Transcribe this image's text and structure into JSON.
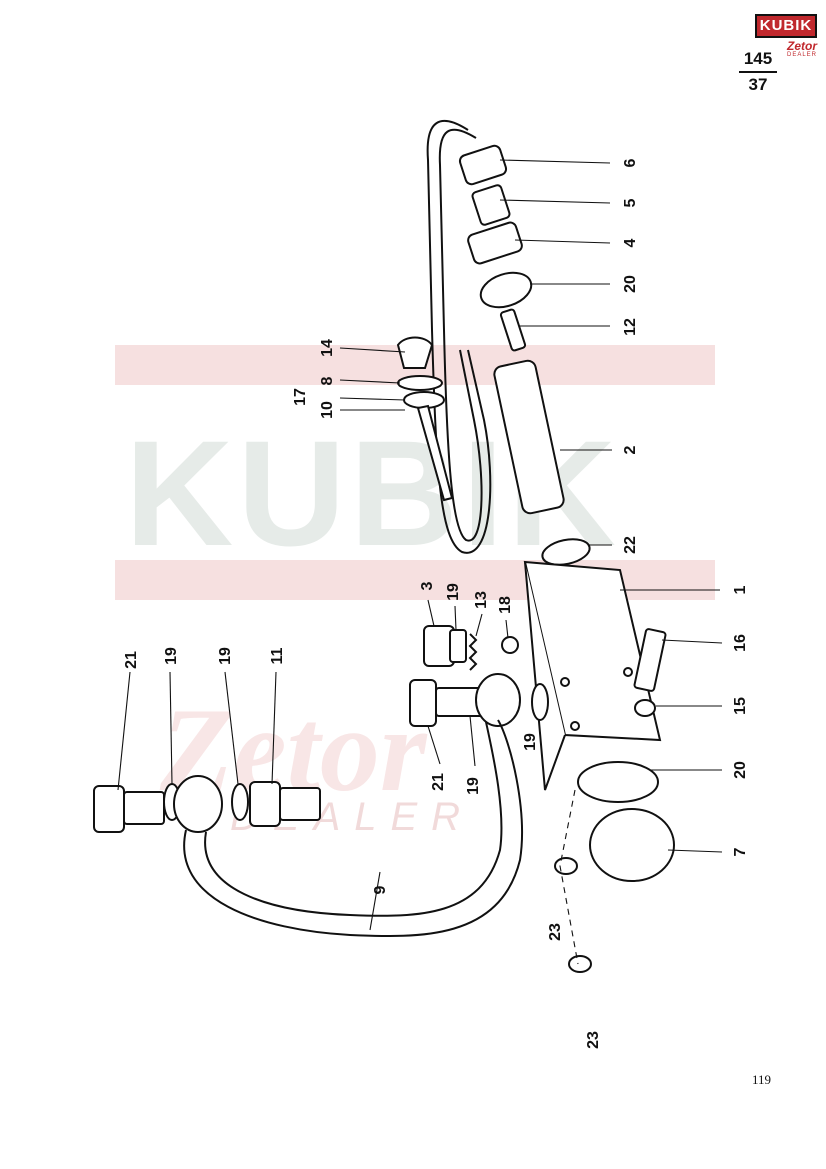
{
  "logo": {
    "brand": "KUBIK",
    "sub": "Zetor",
    "dealer": "DEALER"
  },
  "sheet": {
    "group": "145",
    "figure": "37"
  },
  "page_number": "119",
  "watermark": {
    "brand": "KUBIK",
    "script": "Zetor",
    "dealer": "DEALER"
  },
  "callouts": [
    {
      "id": "c-6",
      "label": "6"
    },
    {
      "id": "c-5",
      "label": "5"
    },
    {
      "id": "c-4",
      "label": "4"
    },
    {
      "id": "c-20a",
      "label": "20"
    },
    {
      "id": "c-12",
      "label": "12"
    },
    {
      "id": "c-2",
      "label": "2"
    },
    {
      "id": "c-22",
      "label": "22"
    },
    {
      "id": "c-1",
      "label": "1"
    },
    {
      "id": "c-16",
      "label": "16"
    },
    {
      "id": "c-15",
      "label": "15"
    },
    {
      "id": "c-20b",
      "label": "20"
    },
    {
      "id": "c-7",
      "label": "7"
    },
    {
      "id": "c-23a",
      "label": "23"
    },
    {
      "id": "c-23b",
      "label": "23"
    },
    {
      "id": "c-14",
      "label": "14"
    },
    {
      "id": "c-8",
      "label": "8"
    },
    {
      "id": "c-17",
      "label": "17"
    },
    {
      "id": "c-10",
      "label": "10"
    },
    {
      "id": "c-3",
      "label": "3"
    },
    {
      "id": "c-19a",
      "label": "19"
    },
    {
      "id": "c-13",
      "label": "13"
    },
    {
      "id": "c-18",
      "label": "18"
    },
    {
      "id": "c-21a",
      "label": "21"
    },
    {
      "id": "c-19b",
      "label": "19"
    },
    {
      "id": "c-19c",
      "label": "19"
    },
    {
      "id": "c-19d",
      "label": "19"
    },
    {
      "id": "c-11",
      "label": "11"
    },
    {
      "id": "c-21b",
      "label": "21"
    },
    {
      "id": "c-19e",
      "label": "19"
    },
    {
      "id": "c-9",
      "label": "9"
    }
  ]
}
